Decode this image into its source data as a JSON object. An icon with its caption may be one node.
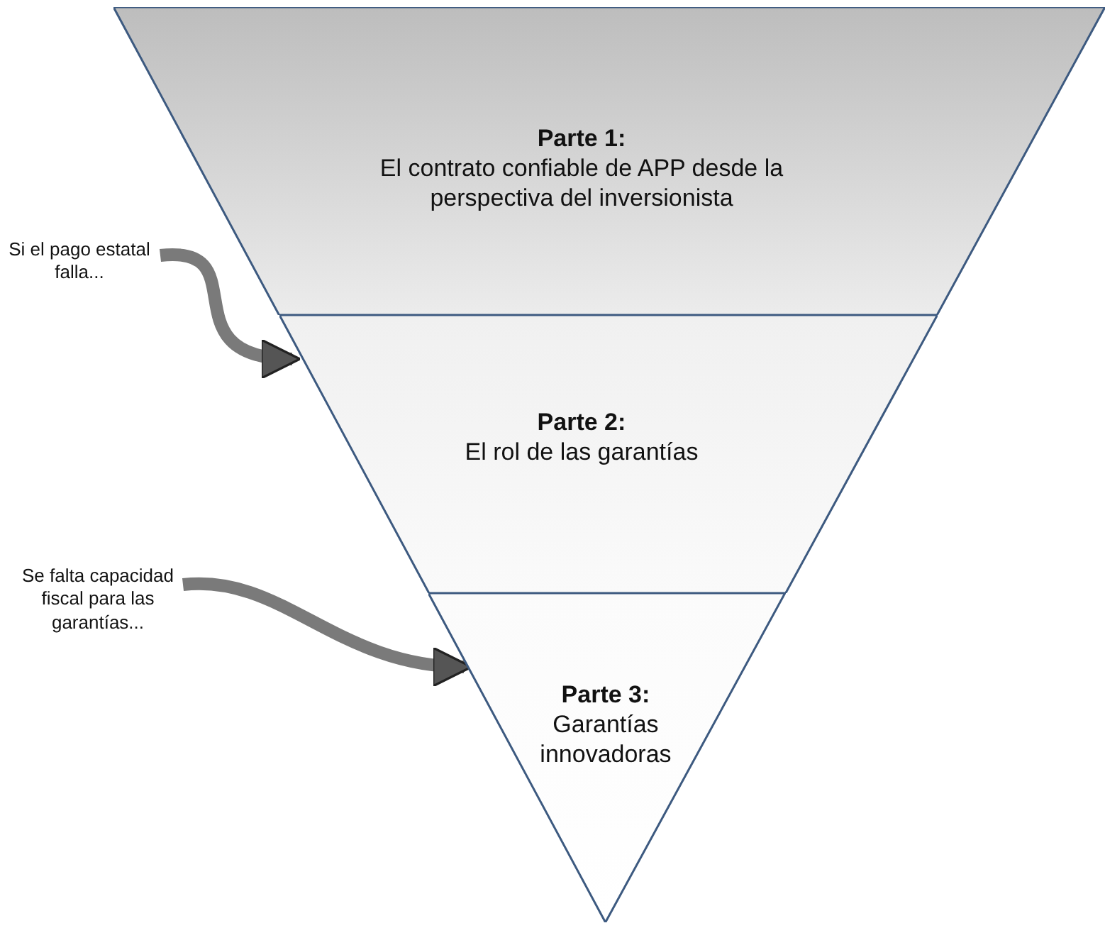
{
  "diagram": {
    "nodes": [
      {
        "text": [
          "Parte 1:",
          "El contrato confiable de APP desde la perspectiva del inversionista"
        ]
      },
      {
        "text": [
          "Parte 2:",
          "El rol de las garantías"
        ]
      },
      {
        "text": [
          "Parte 3:",
          "Garantías innovadoras"
        ]
      },
      {
        "text": [
          "Si el pago estatal falla..."
        ]
      },
      {
        "text": [
          "Se falta capacidad fiscal para las garantías..."
        ]
      }
    ],
    "edges": [
      {
        "from": 3,
        "to": 1,
        "arrow": "to"
      },
      {
        "from": 4,
        "to": 2,
        "arrow": "to"
      }
    ]
  }
}
